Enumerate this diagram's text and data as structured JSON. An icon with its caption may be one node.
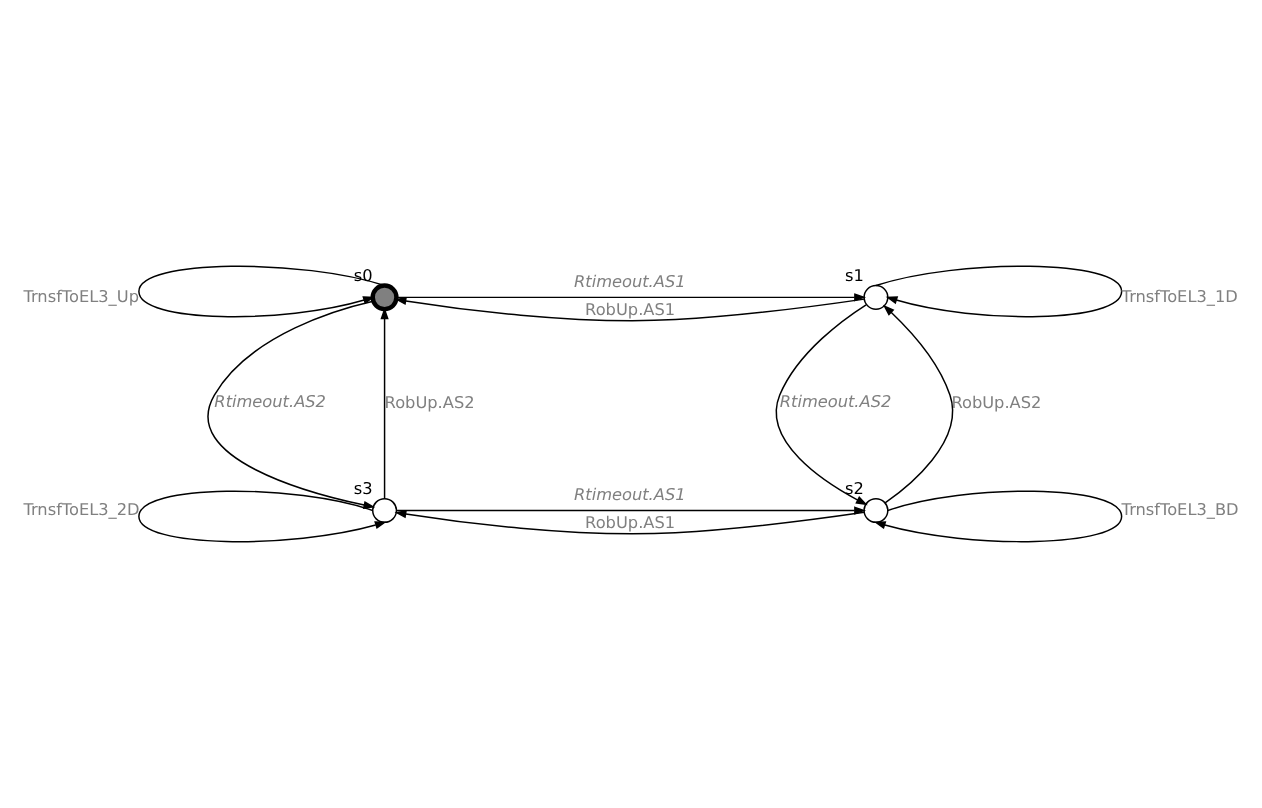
{
  "diagram": {
    "nodes": [
      {
        "text": [],
        "shape": "circle",
        "beside": [
          "s0"
        ]
      },
      {
        "text": [],
        "shape": "circle",
        "beside": [
          "s1"
        ]
      },
      {
        "text": [],
        "shape": "circle",
        "beside": [
          "s2"
        ]
      },
      {
        "text": [],
        "shape": "circle",
        "beside": [
          "s3"
        ]
      }
    ],
    "edges": [
      {
        "from": 0,
        "to": 0,
        "arrow": "to",
        "label": "TrnsfToEL3_Up"
      },
      {
        "from": 1,
        "to": 1,
        "arrow": "to",
        "label": "TrnsfToEL3_1D"
      },
      {
        "from": 0,
        "to": 1,
        "arrow": "to",
        "label": "Rtimeout.AS1"
      },
      {
        "from": 1,
        "to": 0,
        "arrow": "to",
        "label": "RobUp.AS1"
      },
      {
        "from": 3,
        "to": 0,
        "arrow": "to",
        "label": "RobUp.AS2"
      },
      {
        "from": 0,
        "to": 3,
        "arrow": "to",
        "label": "Rtimeout.AS2"
      },
      {
        "from": 2,
        "to": 1,
        "arrow": "to",
        "label": "RobUp.AS2"
      },
      {
        "from": 1,
        "to": 2,
        "arrow": "to",
        "label": "Rtimeout.AS2"
      },
      {
        "from": 2,
        "to": 3,
        "arrow": "to",
        "label": "RobUp.AS1"
      },
      {
        "from": 3,
        "to": 2,
        "arrow": "to",
        "label": "Rtimeout.AS1"
      },
      {
        "from": 2,
        "to": 2,
        "arrow": "to",
        "label": "TrnsfToEL3_BD"
      },
      {
        "from": 3,
        "to": 3,
        "arrow": "to",
        "label": "TrnsfToEL3_2D"
      }
    ]
  }
}
